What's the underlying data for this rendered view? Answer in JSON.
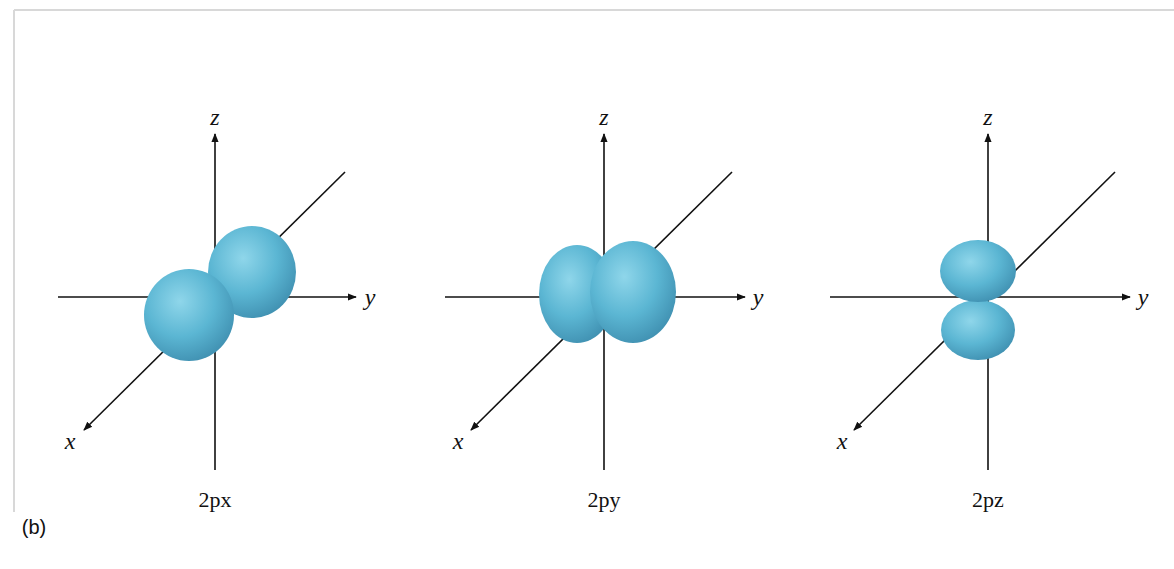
{
  "diagram": {
    "labels": [
      "z",
      "y",
      "x",
      "2px",
      "z",
      "y",
      "x",
      "2py",
      "z",
      "y",
      "x",
      "2pz",
      "(b)"
    ]
  }
}
